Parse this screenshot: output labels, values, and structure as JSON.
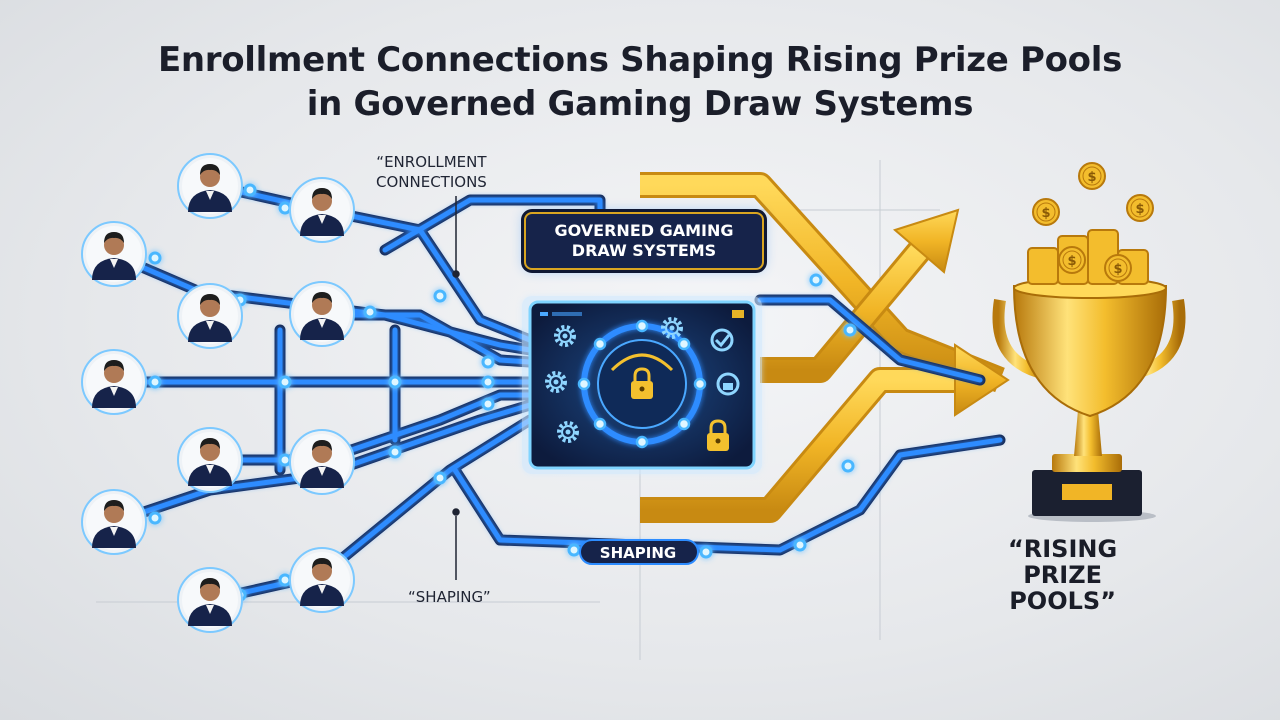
{
  "title": {
    "line1": "Enrollment Connections Shaping Rising Prize Pools",
    "line2": "in Governed Gaming Draw Systems"
  },
  "labels": {
    "enrollment_line1": "“ENROLLMENT",
    "enrollment_line2": "CONNECTIONS",
    "governed_line1": "GOVERNED GAMING",
    "governed_line2": "DRAW SYSTEMS",
    "shaping_pipe": "SHAPING",
    "shaping_quote": "“SHAPING”",
    "prize_line1": "“RISING",
    "prize_line2": "PRIZE",
    "prize_line3": "POOLS”"
  },
  "icons": {
    "people": [
      "person-icon",
      "person-icon",
      "person-icon",
      "person-icon",
      "person-icon",
      "person-icon",
      "person-icon",
      "person-icon",
      "person-icon",
      "person-icon"
    ],
    "hub": "lock-icon",
    "hub_side": [
      "gear-icon",
      "gear-icon",
      "gear-icon",
      "gear-icon",
      "check-icon",
      "lock-icon",
      "lock-icon"
    ],
    "outcome": "trophy-icon",
    "coins": "dollar-coin-icon"
  },
  "colors": {
    "navy": "#16234a",
    "pipe_blue": "#2d8cff",
    "glow": "#7fd4ff",
    "gold": "#f1b526",
    "gold_dark": "#c88a12",
    "text_dark": "#1b1e2a"
  }
}
